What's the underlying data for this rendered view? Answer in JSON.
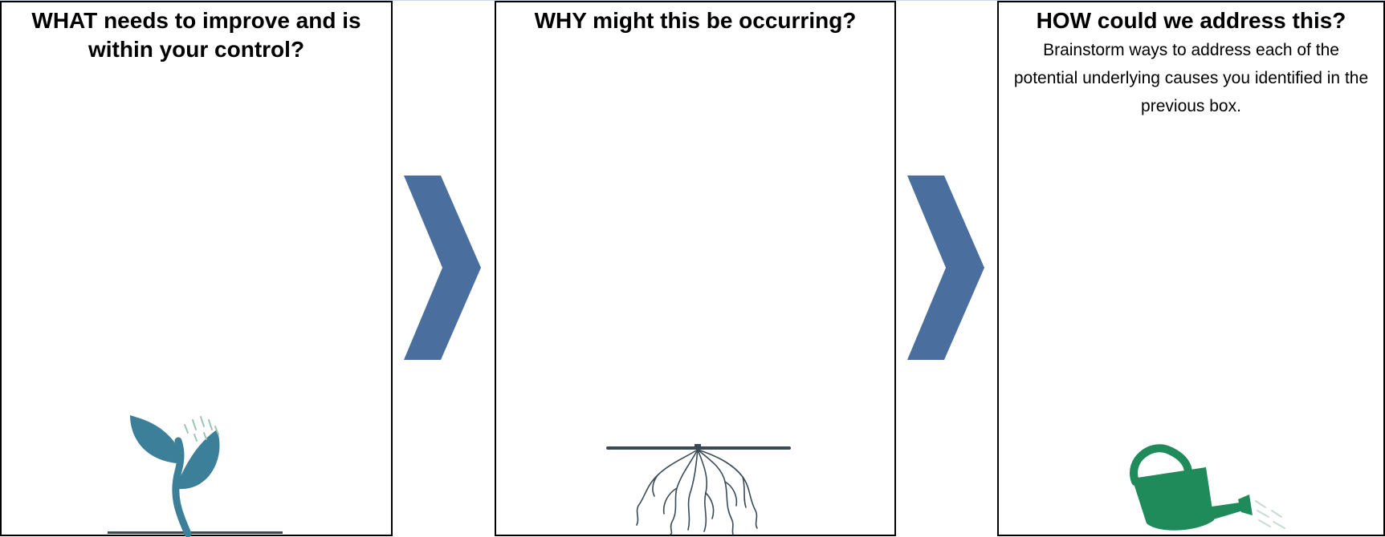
{
  "columns": [
    {
      "heading": "WHAT needs to improve and is within your control?",
      "subtext": ""
    },
    {
      "heading": "WHY might this be occurring?",
      "subtext": ""
    },
    {
      "heading": "HOW could we address this?",
      "subtext": "Brainstorm ways to address each of the potential underlying causes you identified in the previous box."
    }
  ],
  "icons": {
    "arrow_1": "chevron-right-icon",
    "arrow_2": "chevron-right-icon",
    "column_1": "sprout-icon",
    "column_2": "roots-icon",
    "column_3": "watering-can-icon"
  },
  "colors": {
    "arrow": "#4a6f9e",
    "sprout": "#3c7f98",
    "roots": "#3b4b56",
    "watering_can": "#1f8a5a",
    "border": "#000000"
  }
}
